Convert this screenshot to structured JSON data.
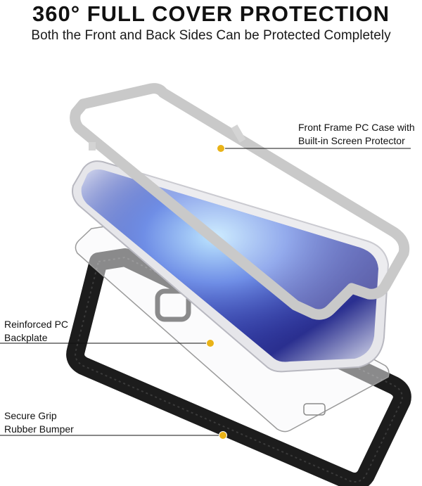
{
  "header": {
    "title": "360° FULL COVER PROTECTION",
    "subtitle": "Both the Front and Back Sides Can be Protected Completely"
  },
  "callouts": {
    "front_frame": {
      "line1": "Front Frame PC Case with",
      "line2": "Built-in Screen Protector"
    },
    "backplate": {
      "line1": "Reinforced PC",
      "line2": "Backplate"
    },
    "bumper": {
      "line1": "Secure Grip",
      "line2": "Rubber Bumper"
    }
  },
  "colors": {
    "accent_dot": "#e9b318",
    "frame_gray": "#c9c9c9",
    "bumper_black": "#1c1c1c",
    "screen_blue": "#4a5cc8"
  }
}
